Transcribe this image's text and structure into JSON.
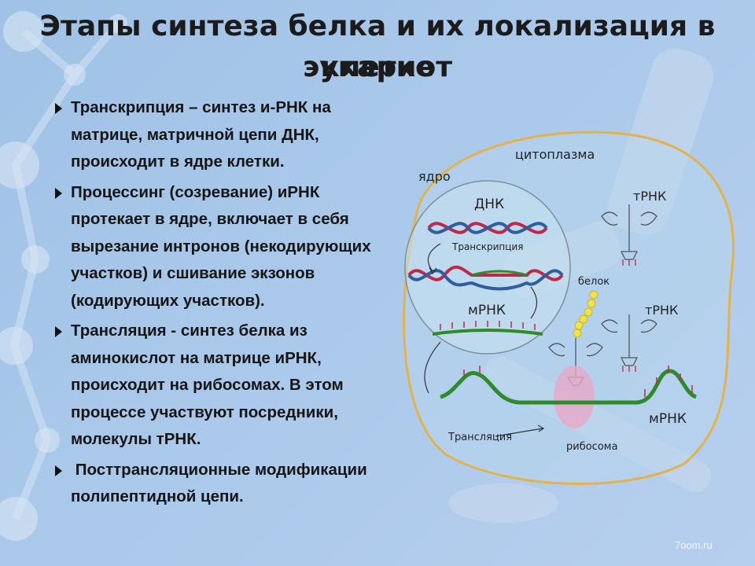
{
  "slide": {
    "title_line1": "Этапы синтеза белка и их локализация в клетке",
    "title_line2": "эукариот",
    "bullets": [
      "Транскрипция – синтез и-РНК на матрице, матричной цепи ДНК, происходит в ядре клетки.",
      "Процессинг (созревание) иРНК протекает в ядре, включает в себя вырезание интронов (некодирующих участков) и сшивание экзонов (кодирующих участков).",
      "Трансляция - синтез белка из аминокислот на матрице иРНК, происходит на рибосомах. В этом процессе участвуют посредники, молекулы тРНК.",
      " Посттрансляционные модификации полипептидной цепи."
    ],
    "watermark": "7oom.ru"
  },
  "diagram": {
    "labels": {
      "cytoplasm": "цитоплазма",
      "nucleus": "ядро",
      "dna": "ДНК",
      "transcription": "Транскрипция",
      "mrna_nucleus": "мРНК",
      "trna_top": "тРНК",
      "protein": "белок",
      "trna_right": "тРНК",
      "mrna_cytoplasm": "мРНК",
      "translation": "Трансляция",
      "ribosome": "рибосома"
    },
    "colors": {
      "membrane": "#e3b248",
      "dna_red": "#c0284a",
      "dna_blue": "#2e5e9e",
      "mrna_green": "#2f8a2a",
      "ribosome": "#e8a7c8",
      "protein": "#f2e24a"
    }
  }
}
